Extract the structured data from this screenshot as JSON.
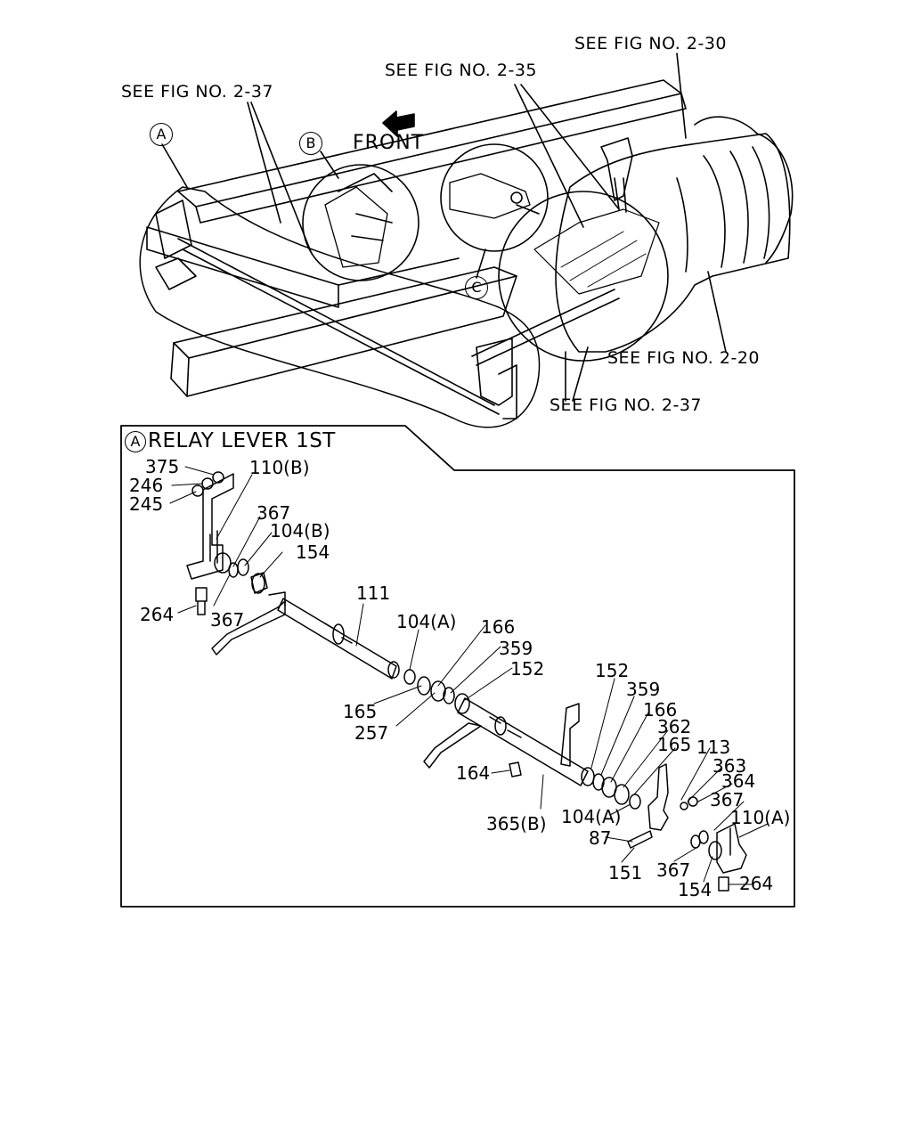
{
  "top_view": {
    "callouts": {
      "a": "A",
      "b": "B",
      "c": "C"
    },
    "front_label": "FRONT",
    "refs": {
      "fig_2_30": "SEE FIG NO. 2-30",
      "fig_2_35": "SEE FIG NO. 2-35",
      "fig_2_37_top": "SEE FIG NO. 2-37",
      "fig_2_20": "SEE FIG NO. 2-20",
      "fig_2_37_bottom": "SEE FIG NO. 2-37"
    }
  },
  "detail": {
    "callout": "A",
    "title": "RELAY LEVER 1ST",
    "parts": {
      "p375": "375",
      "p246": "246",
      "p245": "245",
      "p110b": "110(B)",
      "p367a": "367",
      "p104b": "104(B)",
      "p154a": "154",
      "p264a": "264",
      "p367b": "367",
      "p111": "111",
      "p104a1": "104(A)",
      "p166a": "166",
      "p359a": "359",
      "p152a": "152",
      "p165a": "165",
      "p257": "257",
      "p152b": "152",
      "p359b": "359",
      "p166b": "166",
      "p362": "362",
      "p165b": "165",
      "p113": "113",
      "p363": "363",
      "p364": "364",
      "p164": "164",
      "p367c": "367",
      "p110a": "110(A)",
      "p365b": "365(B)",
      "p104a2": "104(A)",
      "p87": "87",
      "p151": "151",
      "p367d": "367",
      "p154b": "154",
      "p264b": "264"
    }
  }
}
